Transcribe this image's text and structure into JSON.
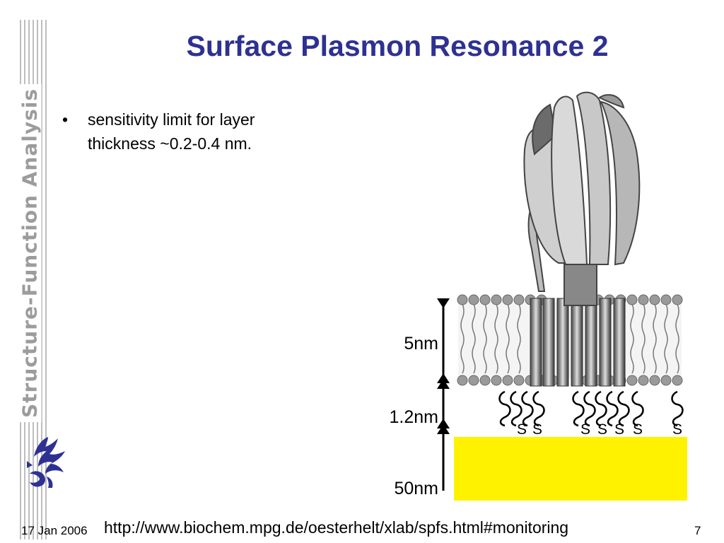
{
  "sidebar": {
    "label": "Structure-Function Analysis"
  },
  "slide": {
    "title": "Surface Plasmon Resonance 2",
    "bullets": [
      {
        "line1": "sensitivity limit for layer",
        "line2": "thickness ~0.2-0.4 nm."
      }
    ]
  },
  "figure": {
    "labels": {
      "membrane": "5nm",
      "spacer": "1.2nm",
      "gold": "50nm"
    },
    "sulfur_label": "S",
    "colors": {
      "gold": "#fff200",
      "protein": "#bdbdbd",
      "lipid_head": "#9a9a9a"
    }
  },
  "footer": {
    "date": "17 Jan 2006",
    "url": "http://www.biochem.mpg.de/oesterhelt/xlab/spfs.html#monitoring",
    "page_number": "7"
  },
  "icons": {
    "logo": "griffin-logo-icon"
  }
}
